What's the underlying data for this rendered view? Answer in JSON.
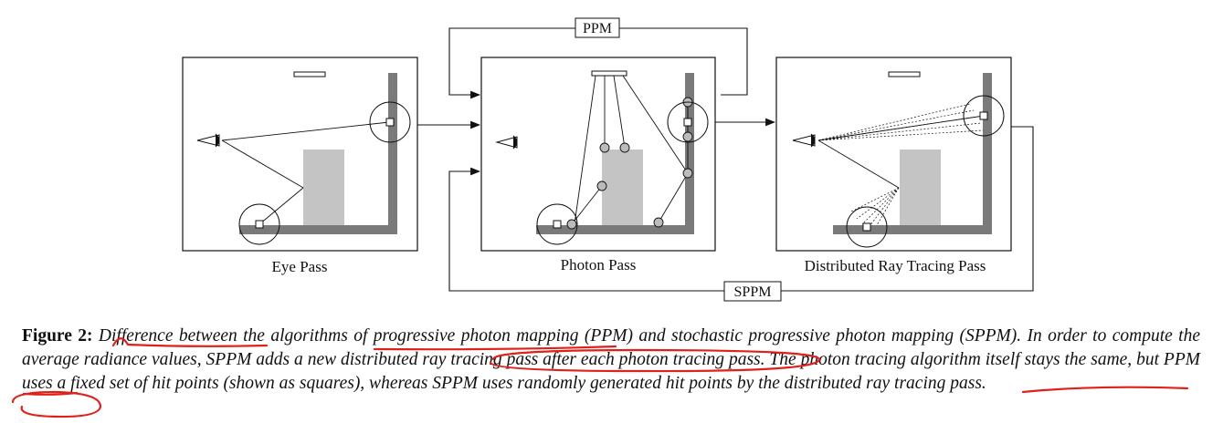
{
  "diagram": {
    "passes": [
      {
        "label": "Eye Pass"
      },
      {
        "label": "Photon Pass"
      },
      {
        "label": "Distributed Ray Tracing Pass"
      }
    ],
    "loops": {
      "ppm": "PPM",
      "sppm": "SPPM"
    }
  },
  "caption": {
    "label": "Figure 2:",
    "text": "Difference between the algorithms of progressive photon mapping (PPM) and stochastic progressive photon mapping (SPPM). In order to compute the average radiance values, SPPM adds a new distributed ray tracing pass after each photon tracing pass. The photon tracing algorithm itself stays the same, but PPM uses a fixed set of hit points (shown as squares), whereas SPPM uses randomly generated hit points by the distributed ray tracing pass."
  },
  "colors": {
    "wall": "#7a7a7a",
    "block": "#c4c4c4",
    "annotation": "#e0201a"
  }
}
